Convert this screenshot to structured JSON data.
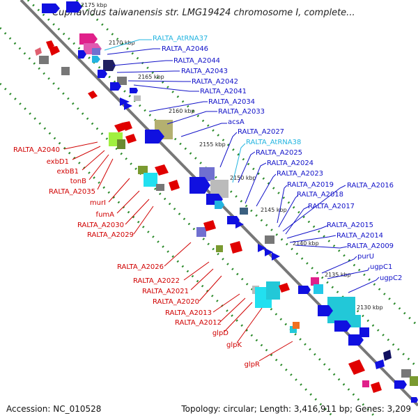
{
  "title": "Cupriavidus taiwanensis str. LMG19424 chromosome I, complete...",
  "footer": {
    "accession": "Accession: NC_010528",
    "topology": "Topology: circular; Length: 3,416,911 bp; Genes: 3,209"
  },
  "colors": {
    "forward_gene": "#1010e0",
    "reverse_gene": "#e00000",
    "trna": "#22b4e0",
    "backbone": "#777777",
    "gc_track": "#2a8a2a"
  },
  "scale_ticks": [
    "2175 kbp",
    "2170 kbp",
    "2165 kbp",
    "2160 kbp",
    "2155 kbp",
    "2150 kbp",
    "2145 kbp",
    "2140 kbp",
    "2135 kbp",
    "2130 kbp"
  ],
  "forward_labels": [
    "RALTA_AtRNA37",
    "RALTA_A2046",
    "RALTA_A2044",
    "RALTA_A2043",
    "RALTA_A2042",
    "RALTA_A2041",
    "RALTA_A2034",
    "RALTA_A2033",
    "acsA",
    "RALTA_A2027",
    "RALTA_AtRNA38",
    "RALTA_A2025",
    "RALTA_A2024",
    "RALTA_A2023",
    "RALTA_A2019",
    "RALTA_A2018",
    "RALTA_A2016",
    "RALTA_A2017",
    "RALTA_A2015",
    "RALTA_A2014",
    "RALTA_A2009",
    "purU",
    "ugpC1",
    "ugpC2"
  ],
  "reverse_labels": [
    "RALTA_A2040",
    "exbD1",
    "exbB1",
    "tonB",
    "RALTA_A2035",
    "murI",
    "fumA",
    "RALTA_A2030",
    "RALTA_A2029",
    "RALTA_A2026",
    "RALTA_A2022",
    "RALTA_A2021",
    "RALTA_A2020",
    "RALTA_A2013",
    "RALTA_A2012",
    "glpD",
    "glpK",
    "glpR"
  ]
}
